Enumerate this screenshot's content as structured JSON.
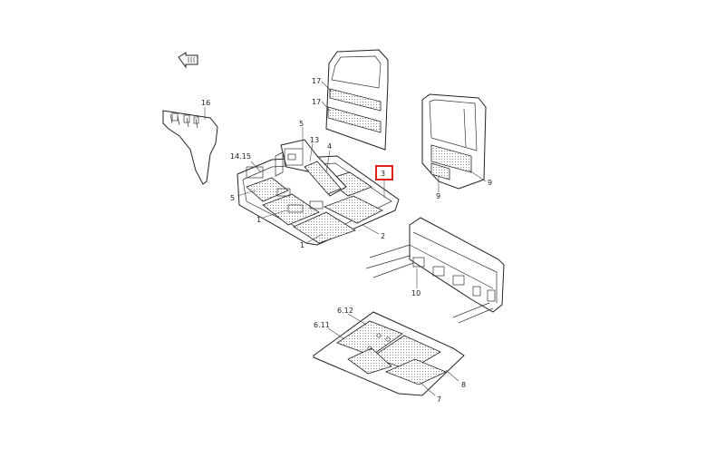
{
  "colors": {
    "highlight": "#e0201c",
    "ink": "#222222"
  },
  "icons": {
    "direction": "front-arrow-icon"
  },
  "callouts": {
    "c1": "1",
    "c1b": "1",
    "c2": "2",
    "c3": "3",
    "c4": "4",
    "c5": "5",
    "c5b": "5",
    "c6_11": "6.11",
    "c6_12": "6.12",
    "c7": "7",
    "c8": "8",
    "c9": "9",
    "c9b": "9",
    "c10": "10",
    "c13": "13",
    "c14_15": "14.15",
    "c16": "16",
    "c17": "17",
    "c17b": "17"
  }
}
